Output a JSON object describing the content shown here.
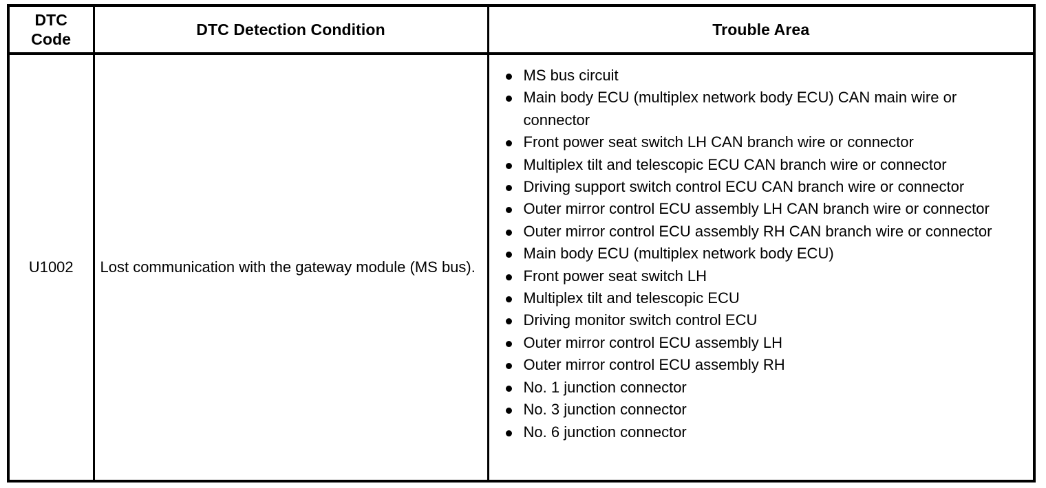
{
  "table": {
    "headers": {
      "dtc_code": "DTC\nCode",
      "dtc_code_line1": "DTC",
      "dtc_code_line2": "Code",
      "detection_condition": "DTC Detection Condition",
      "trouble_area": "Trouble Area"
    },
    "rows": [
      {
        "dtc_code": "U1002",
        "detection_condition": "Lost communication with the gateway module (MS bus).",
        "trouble_area": [
          "MS bus circuit",
          "Main body ECU (multiplex network body ECU) CAN main wire or connector",
          "Front power seat switch LH CAN branch wire or connector",
          "Multiplex tilt and telescopic ECU CAN branch wire or connector",
          "Driving support switch control ECU CAN branch wire or connector",
          "Outer mirror control ECU assembly LH CAN branch wire or connector",
          "Outer mirror control ECU assembly RH CAN branch wire or connector",
          "Main body ECU (multiplex network body ECU)",
          "Front power seat switch LH",
          "Multiplex tilt and telescopic ECU",
          "Driving monitor switch control ECU",
          "Outer mirror control ECU assembly LH",
          "Outer mirror control ECU assembly RH",
          "No. 1 junction connector",
          "No. 3 junction connector",
          "No. 6 junction connector"
        ]
      }
    ]
  },
  "colors": {
    "border": "#000000",
    "text": "#000000",
    "background": "#ffffff"
  }
}
